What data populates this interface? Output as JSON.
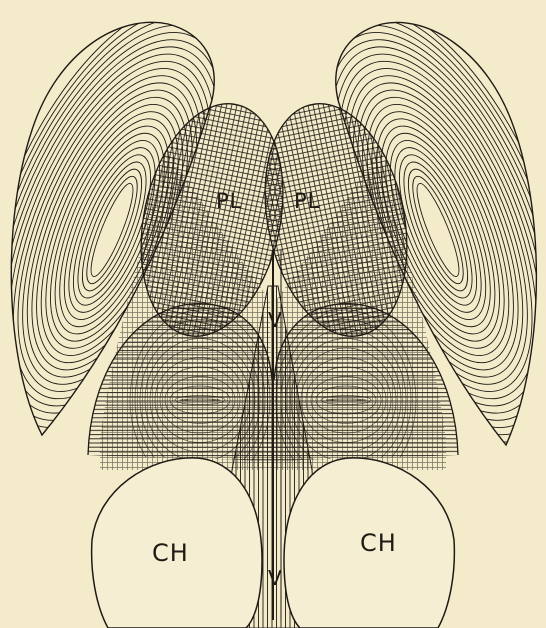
{
  "figure": {
    "colors": {
      "paper": "#f4ebcb",
      "ink": "#1e1a14",
      "hemisphere_fill": "#f6eed2"
    },
    "labels": {
      "pl_left": "PL",
      "pl_right": "PL",
      "ch_left": "CH",
      "ch_right": "CH",
      "v_upper": "V",
      "v_lower": "V"
    },
    "hatch_styles": {
      "outer_lobes": "concentric-lines",
      "pl_lobes": "cross-hatch",
      "mid_domes": "horizontal-lines",
      "ventricle": "vertical-lines"
    }
  }
}
